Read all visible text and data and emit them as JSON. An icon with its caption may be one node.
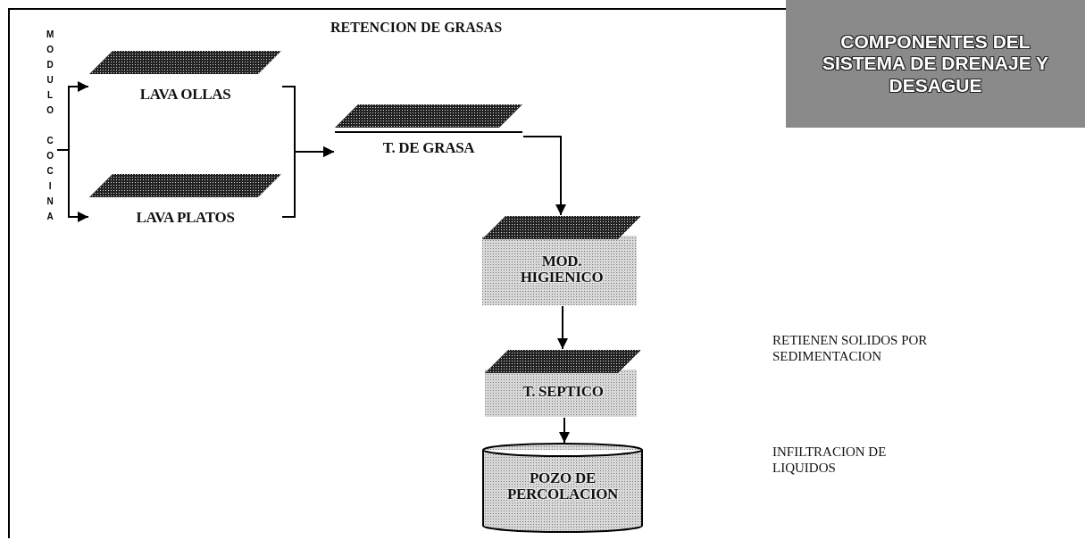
{
  "diagram": {
    "title": "COMPONENTES DEL SISTEMA DE DRENAJE Y DESAGUE",
    "nodes": [
      {
        "text": [
          "MODULO COCINA"
        ]
      },
      {
        "text": [
          "LAVA OLLAS"
        ]
      },
      {
        "text": [
          "LAVA PLATOS"
        ]
      },
      {
        "text": [
          "T. DE GRASA"
        ]
      },
      {
        "text": [
          "MOD. HIGIENICO"
        ]
      },
      {
        "text": [
          "T. SEPTICO"
        ]
      },
      {
        "text": [
          "POZO DE PERCOLACION"
        ]
      }
    ],
    "edges": [
      {
        "from": 0,
        "to": 1,
        "arrow": "to"
      },
      {
        "from": 0,
        "to": 2,
        "arrow": "to"
      },
      {
        "from": 1,
        "to": 3,
        "arrow": "to"
      },
      {
        "from": 2,
        "to": 3,
        "arrow": "to"
      },
      {
        "from": 3,
        "to": 4,
        "arrow": "to"
      },
      {
        "from": 4,
        "to": 5,
        "arrow": "to"
      },
      {
        "from": 5,
        "to": 6,
        "arrow": "to"
      }
    ],
    "labels": [
      "RETENCION DE GRASAS",
      "RETIENEN SOLIDOS POR SEDIMENTACION",
      "INFILTRACION DE LIQUIDOS"
    ]
  }
}
